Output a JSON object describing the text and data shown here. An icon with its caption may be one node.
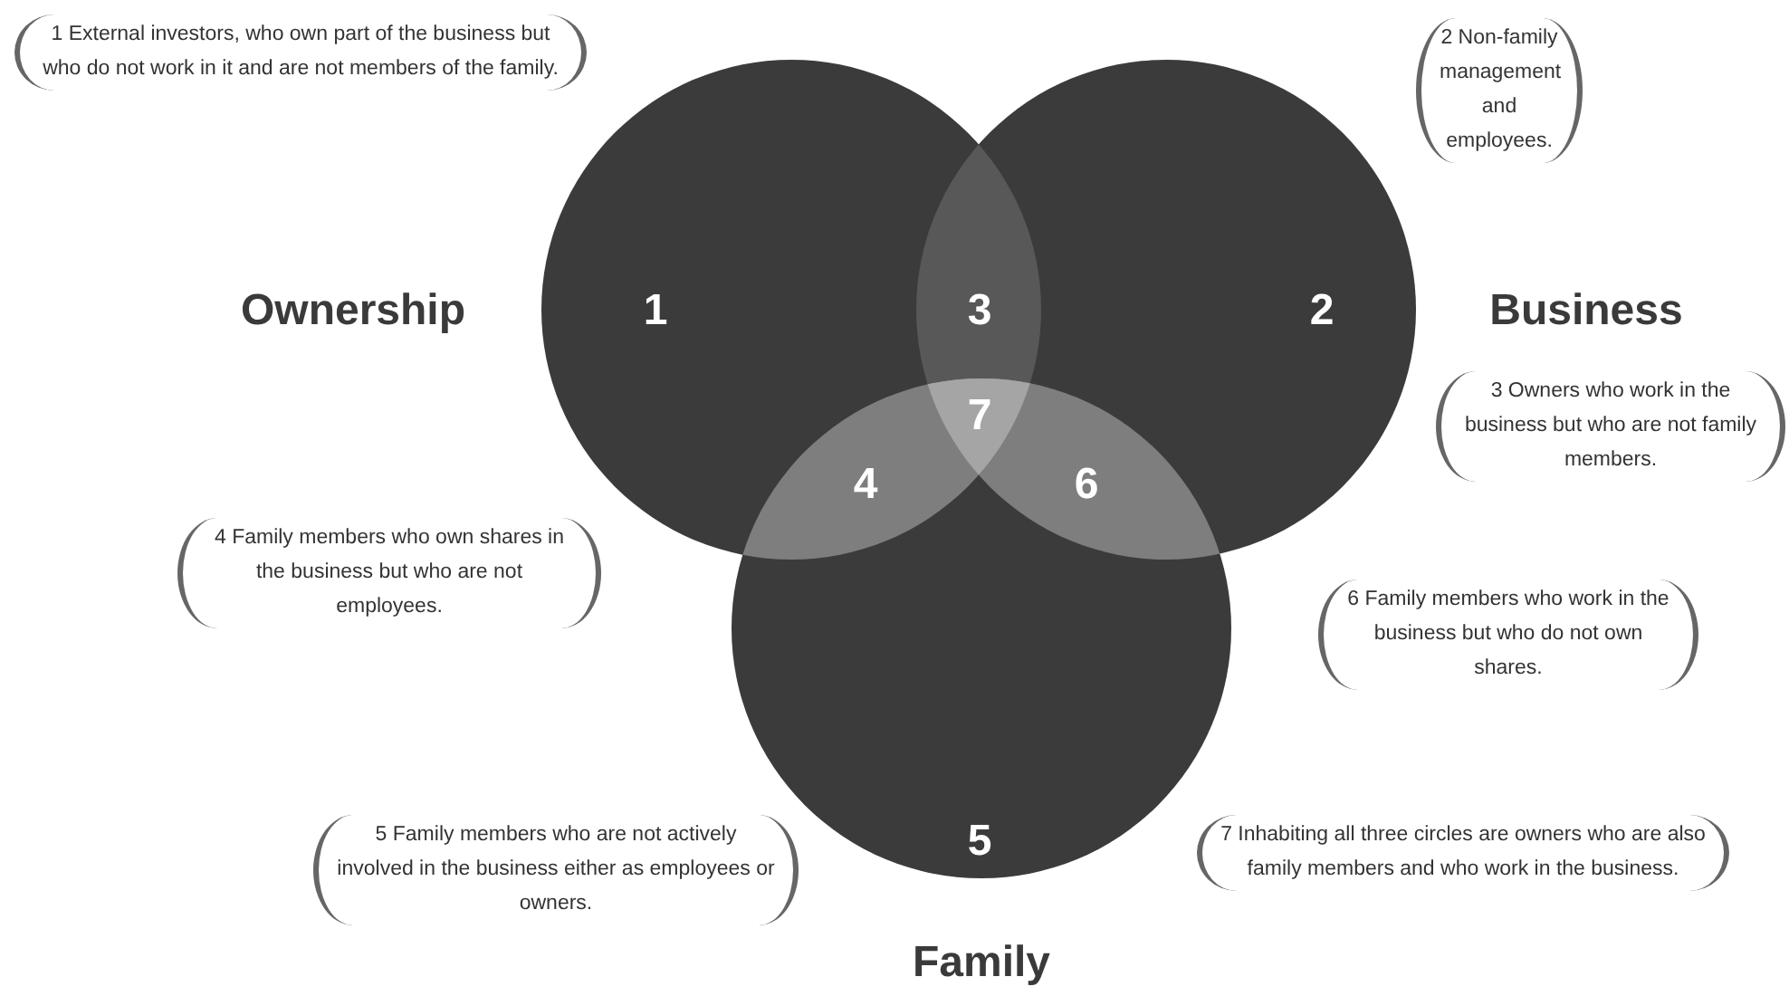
{
  "diagram": {
    "nodes": [
      {
        "text": [
          "Ownership"
        ]
      },
      {
        "text": [
          "Business"
        ]
      },
      {
        "text": [
          "Family"
        ]
      }
    ],
    "labels": [
      "1 External investors, who own part of the business but who do not work in it and are not members of the family.",
      "2 Non-family management and employees.",
      "1",
      "3",
      "2",
      "3 Owners who work in the business but who are not family members.",
      "7",
      "4",
      "6",
      "4 Family members who own shares in the business but who are not employees.",
      "6 Family members who work in the business but who do not own shares.",
      "5",
      "5 Family members who are not actively involved in the business either as employees or owners.",
      "7 Inhabiting all three circles are owners who are also family members and who work in the business."
    ]
  }
}
